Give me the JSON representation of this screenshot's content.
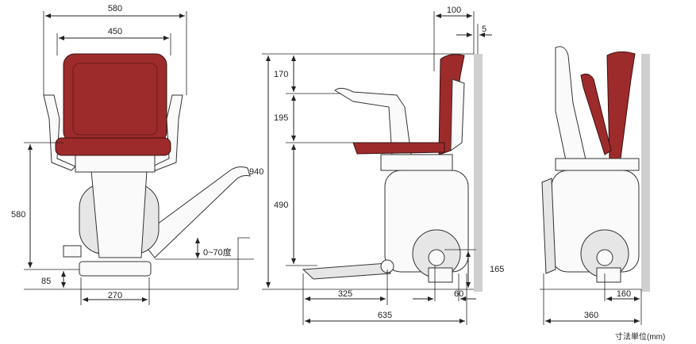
{
  "front_view": {
    "overall_width": "580",
    "seat_width": "450",
    "seat_height": "580",
    "footrest_height": "85",
    "base_width": "270",
    "rail_angle": "0~70度"
  },
  "side_view": {
    "backrest_offset": "100",
    "wall_gap": "5",
    "backrest_height": "170",
    "armrest_height": "195",
    "seat_height": "490",
    "total_height": "940",
    "rail_height": "165",
    "footrest_depth": "325",
    "rail_offset": "60",
    "total_depth": "635"
  },
  "folded_view": {
    "rail_to_wall": "160",
    "folded_depth": "360"
  },
  "unit_note": "寸法単位(mm)",
  "colors": {
    "upholstery": "#9e2b2b",
    "wall": "#cfcfcf"
  }
}
